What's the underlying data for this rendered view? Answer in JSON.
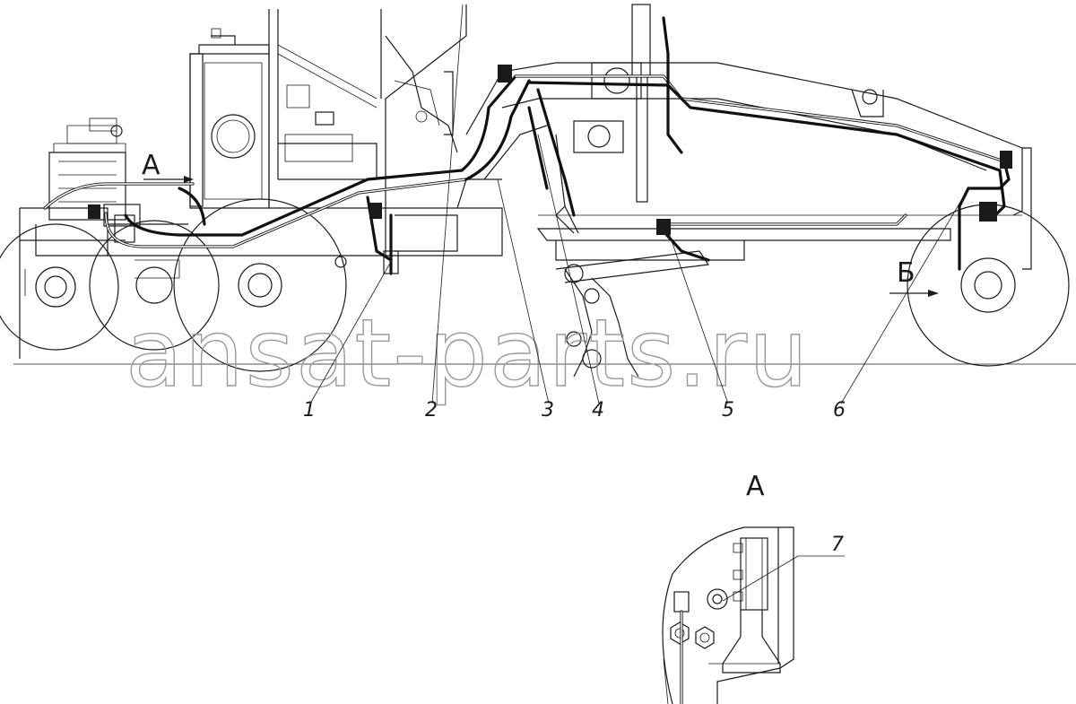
{
  "watermark": "ansat-parts.ru",
  "view_markers": {
    "main_view_a": "А",
    "main_view_b": "Б",
    "detail_title": "А"
  },
  "callouts": [
    "1",
    "2",
    "3",
    "4",
    "5",
    "6",
    "7"
  ]
}
